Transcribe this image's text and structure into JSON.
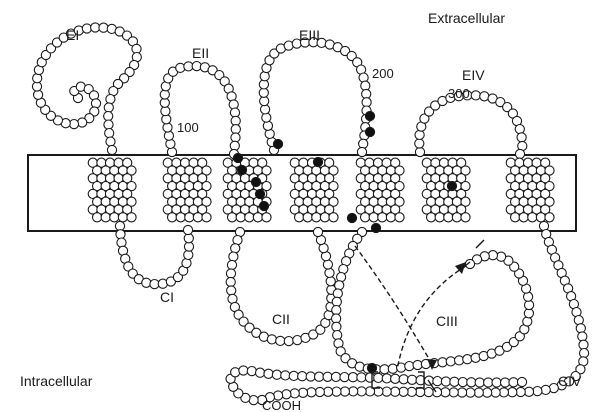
{
  "labels": {
    "extracellular": "Extracellular",
    "intracellular": "Intracellular",
    "e1": "EI",
    "e2": "EII",
    "e3": "EIII",
    "e4": "EIV",
    "c1": "CI",
    "c2": "CII",
    "c3": "CIII",
    "c4": "CIV",
    "n100": "100",
    "n200": "200",
    "n300": "300",
    "terminus": "COOH"
  },
  "colors": {
    "ink": "#1a1a1a",
    "residue_fill": "#ffffff",
    "marked_residue": "#111111",
    "background": "#ffffff"
  }
}
